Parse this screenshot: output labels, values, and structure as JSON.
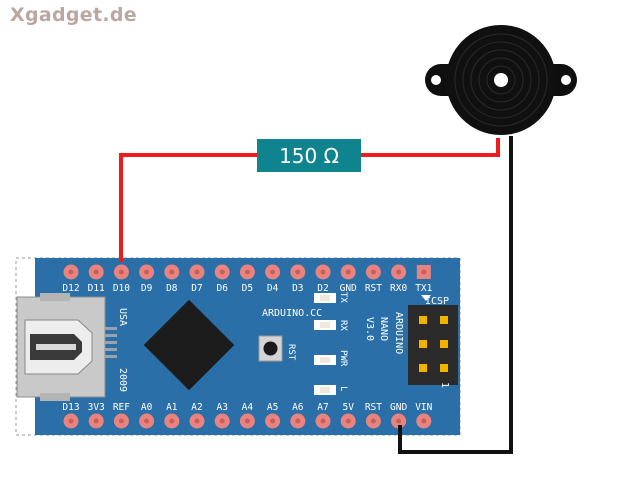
{
  "site": {
    "brand": "Xgadget.de"
  },
  "resistor": {
    "label": "150 Ω"
  },
  "board": {
    "name": "ARDUINO.CC",
    "model": [
      "ARDUINO",
      "NANO",
      "V3.0"
    ],
    "usb_label": "USA",
    "year": "2009",
    "icsp": "ICSP",
    "icsp_pin": "1",
    "rst_button": "RST",
    "leds": [
      "TX",
      "RX",
      "PWR",
      "L"
    ],
    "top_pins": [
      "D12",
      "D11",
      "D10",
      "D9",
      "D8",
      "D7",
      "D6",
      "D5",
      "D4",
      "D3",
      "D2",
      "GND",
      "RST",
      "RX0",
      "TX1"
    ],
    "bottom_pins": [
      "D13",
      "3V3",
      "REF",
      "A0",
      "A1",
      "A2",
      "A3",
      "A4",
      "A5",
      "A6",
      "A7",
      "5V",
      "RST",
      "GND",
      "VIN"
    ]
  },
  "colors": {
    "board": "#2a6fa8",
    "pad": "#e8837f",
    "wire_signal": "#ee1c1c",
    "wire_ground": "#111111",
    "resistor": "#10848e",
    "chip": "#1c1c1c",
    "buzzer": "#0f0f0f"
  }
}
